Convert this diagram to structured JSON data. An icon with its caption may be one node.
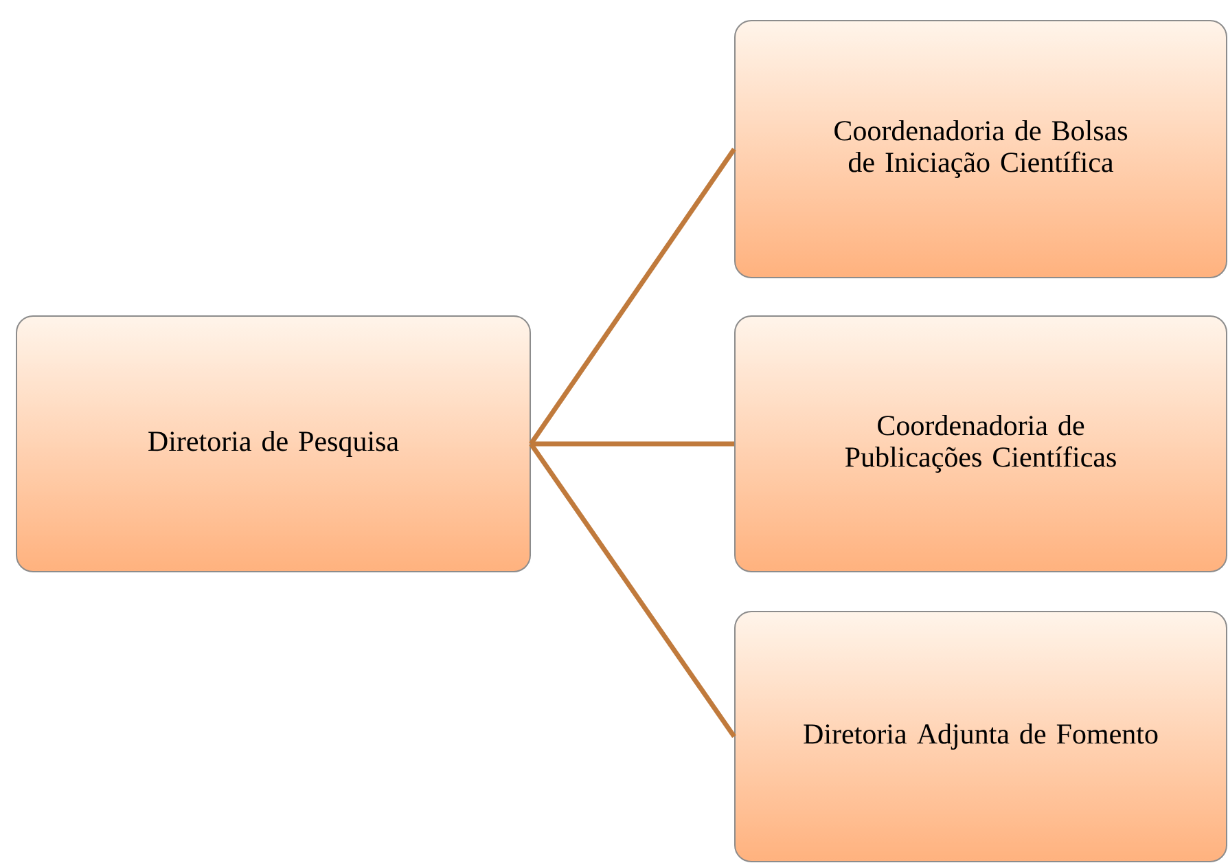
{
  "diagram": {
    "nodes": [
      {
        "text": [
          "Diretoria de Pesquisa"
        ]
      },
      {
        "text": [
          "Coordenadoria de Bolsas de Iniciação Científica"
        ]
      },
      {
        "text": [
          "Coordenadoria de Publicações Científicas"
        ]
      },
      {
        "text": [
          "Diretoria Adjunta de Fomento"
        ]
      }
    ],
    "edges": [
      {
        "from": 0,
        "to": 1,
        "arrow": "none"
      },
      {
        "from": 0,
        "to": 2,
        "arrow": "none"
      },
      {
        "from": 0,
        "to": 3,
        "arrow": "none"
      }
    ]
  }
}
